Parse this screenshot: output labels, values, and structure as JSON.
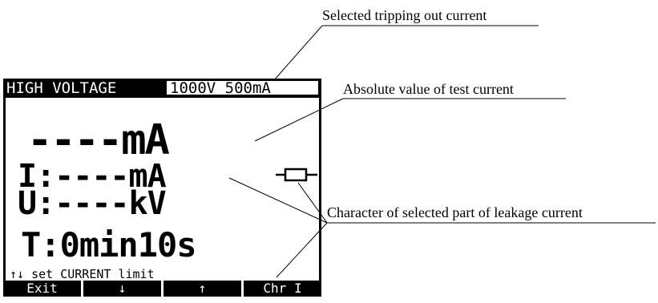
{
  "lcd": {
    "title_left": "HIGH VOLTAGE",
    "title_right": "1000V 500mA",
    "main_reading": "----mA",
    "current_row": "I:----mA",
    "voltage_row": "U:----kV",
    "timer_row": "T:0min10s",
    "hint": "↑↓ set CURRENT limit",
    "softkeys": [
      "Exit",
      "↓",
      "↑",
      "Chr I"
    ]
  },
  "annotations": {
    "tripping_current": "Selected tripping out current",
    "absolute_value": "Absolute value of test current",
    "leakage_character": "Character of selected part of  leakage current"
  },
  "colors": {
    "lcd_foreground": "#000000",
    "lcd_background": "#ffffff"
  },
  "icons": {
    "leakage_character": "resistor-symbol-icon"
  }
}
